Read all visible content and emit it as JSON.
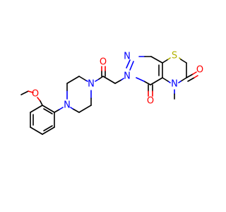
{
  "colors": {
    "background": "#ffffff",
    "bond": "#000000",
    "oxygen": "#ff0000",
    "nitrogen": "#0000ff",
    "sulfur": "#b2b200"
  },
  "atoms": {
    "o_methoxy": "O",
    "o_amide": "O",
    "o_lactam": "O",
    "o_pyridazinone": "O",
    "n_piperazine_1": "N",
    "n_piperazine_4": "N",
    "n_pyridazine_a": "N",
    "n_pyridazine_b": "N",
    "n_methyl": "N",
    "s_ring": "S"
  }
}
